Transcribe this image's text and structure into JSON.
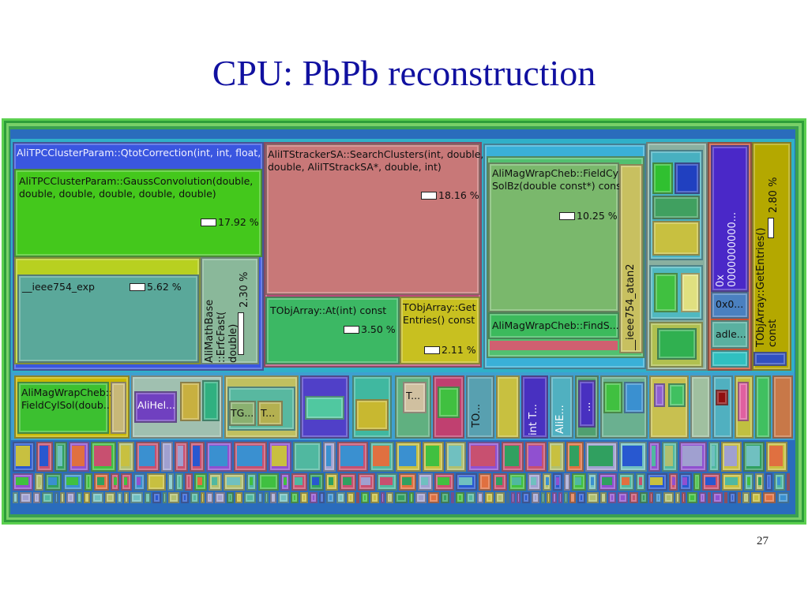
{
  "slide": {
    "title": "CPU: PbPb reconstruction",
    "page_number": "27"
  },
  "treemap": {
    "nodes": {
      "qtot_correction": {
        "label": "AliTPCClusterParam::QtotCorrection(int, int, float, ..."
      },
      "gauss_convolution": {
        "label": "AliTPCClusterParam::GaussConvolution(double,\ndouble, double, double, double, double)",
        "percent": "17.92 %",
        "fraction": 0.1792
      },
      "ieee754_exp": {
        "label": "__ieee754_exp",
        "percent": "5.62 %",
        "fraction": 0.0562
      },
      "erfc_fast": {
        "label": "AliMathBase\n::ErfcFast(\ndouble)",
        "percent": "2.30 %",
        "fraction": 0.023
      },
      "search_clusters": {
        "label": "AliITStrackerSA::SearchClusters(int, double,\ndouble, AliITStrackSA*, double, int)",
        "percent": "18.16 %",
        "fraction": 0.1816
      },
      "objarray_at": {
        "label": "TObjArray::At(int) const",
        "percent": "3.50 %",
        "fraction": 0.035
      },
      "objarray_getentries_small": {
        "label": "TObjArray::Get\nEntries() const",
        "percent": "2.11 %",
        "fraction": 0.0211
      },
      "field_cyl_solbz": {
        "label": "AliMagWrapCheb::FieldCyl\nSolBz(double const*) const",
        "percent": "10.25 %",
        "fraction": 0.1025
      },
      "ieee754_atan2": {
        "label": "__ieee754_atan2"
      },
      "find_s": {
        "label": "AliMagWrapCheb::FindS..."
      },
      "ox_hex": {
        "label": "0x\n0000000000..."
      },
      "ox_short": {
        "label": "0x0..."
      },
      "adle": {
        "label": "adle..."
      },
      "objarray_getentries_right": {
        "label": "TObjArray::GetEntries()\nconst",
        "percent": "2.80 %",
        "fraction": 0.028
      },
      "field_cyl_sol": {
        "label": "AliMagWrapCheb::\nFieldCylSol(doub..."
      },
      "alihel": {
        "label": "AliHel..."
      },
      "tg": {
        "label": "TG..."
      },
      "t_dots_a": {
        "label": "T..."
      },
      "t_dots_b": {
        "label": "T..."
      },
      "to_dots": {
        "label": "TO..."
      },
      "int_t": {
        "label": "int T..."
      },
      "alie": {
        "label": "AliE..."
      },
      "dots": {
        "label": "..."
      }
    },
    "colors": {
      "frame": "#1a6020",
      "outer_green": "#46c83c",
      "tpc_blue": "#3a56e0",
      "tpc_green": "#44c81c",
      "teal": "#5aa89a",
      "rose": "#c87878",
      "mag_green": "#7ab86c",
      "olive": "#b4a800",
      "purple": "#4a28c8"
    }
  }
}
